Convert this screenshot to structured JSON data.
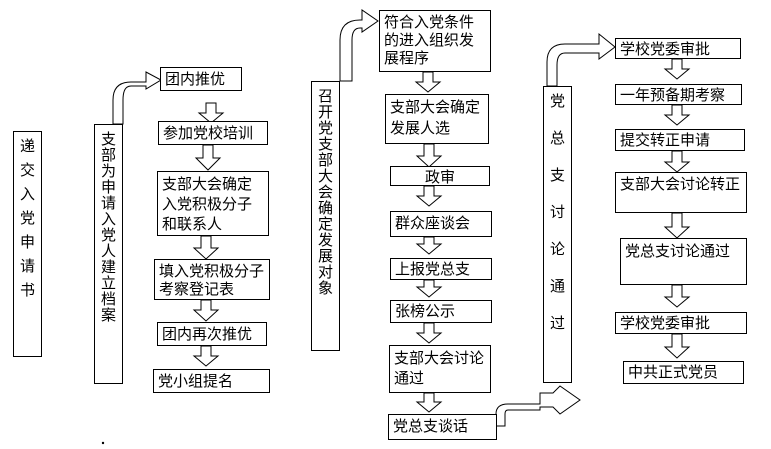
{
  "col1": {
    "text": "递交入党申请书"
  },
  "col2": {
    "side": "支部为申请入党人建立档案",
    "steps": [
      "团内推优",
      "参加党校培训",
      "支部大会确定入党积极分子和联系人",
      "填入党积极分子考察登记表",
      "团内再次推优",
      "党小组提名"
    ]
  },
  "col3": {
    "side": "召开党支部大会确定发展对象",
    "steps": [
      "符合入党条件的进入组织发展程序",
      "支部大会确定发展人选",
      "政审",
      "群众座谈会",
      "上报党总支",
      "张榜公示",
      "支部大会讨论通过",
      "党总支谈话"
    ]
  },
  "col4": {
    "side": "党总支讨论通过",
    "steps": [
      "学校党委审批",
      "一年预备期考察",
      "提交转正申请",
      "支部大会讨论转正",
      "党总支讨论通过",
      "学校党委审批",
      "中共正式党员"
    ]
  },
  "colors": {
    "line": "#000000",
    "box_fill": "#ffffff"
  }
}
